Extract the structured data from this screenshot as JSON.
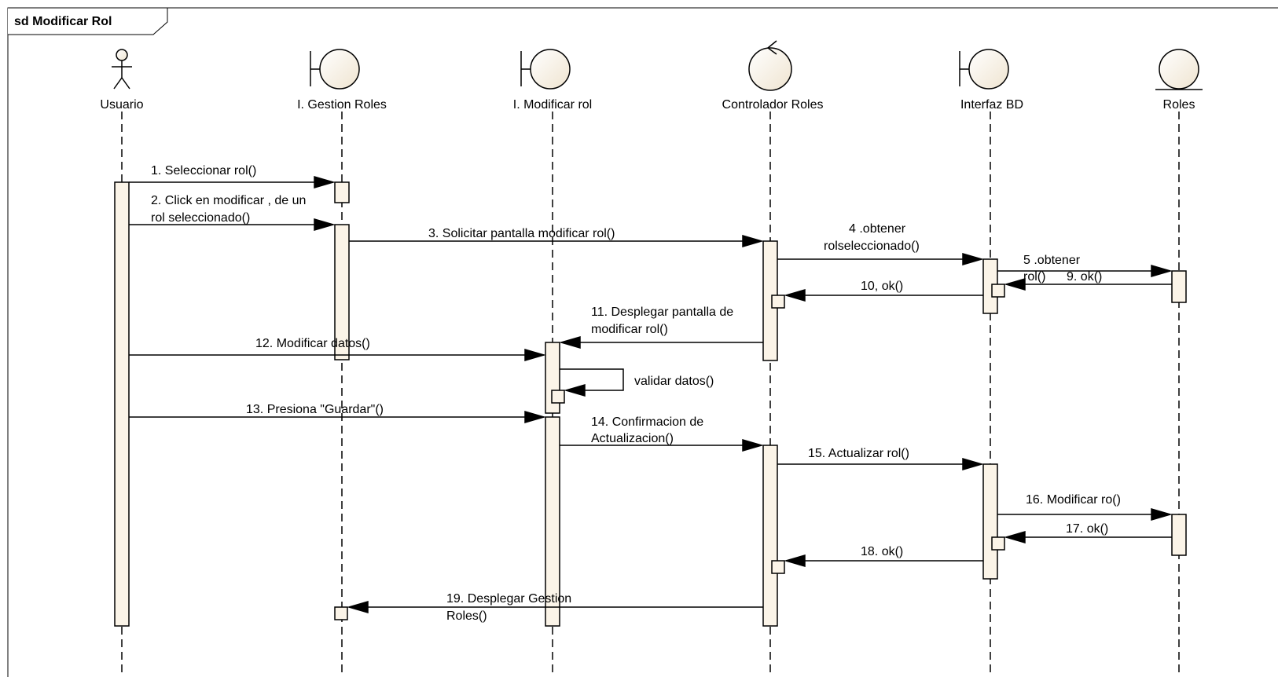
{
  "frame": {
    "title": "sd Modificar Rol"
  },
  "participants": [
    {
      "id": "usuario",
      "name": "Usuario",
      "kind": "actor"
    },
    {
      "id": "gestion",
      "name": "I. Gestion Roles",
      "kind": "boundary"
    },
    {
      "id": "modificar",
      "name": "I. Modificar rol",
      "kind": "boundary"
    },
    {
      "id": "controlador",
      "name": "Controlador Roles",
      "kind": "control"
    },
    {
      "id": "interfaz",
      "name": "Interfaz BD",
      "kind": "boundary"
    },
    {
      "id": "roles",
      "name": "Roles",
      "kind": "entity"
    }
  ],
  "messages": [
    {
      "id": "m1",
      "lines": [
        "1. Seleccionar rol()"
      ]
    },
    {
      "id": "m2",
      "lines": [
        "2. Click en modificar , de un",
        "rol seleccionado()"
      ]
    },
    {
      "id": "m3",
      "lines": [
        "3. Solicitar pantalla modificar rol()"
      ]
    },
    {
      "id": "m4",
      "lines": [
        "4 .obtener",
        "rolseleccionado()"
      ]
    },
    {
      "id": "m5",
      "lines": [
        "5 .obtener",
        "rol()"
      ]
    },
    {
      "id": "m9",
      "lines": [
        "9. ok()"
      ]
    },
    {
      "id": "m10",
      "lines": [
        "10, ok()"
      ]
    },
    {
      "id": "m11",
      "lines": [
        "11. Desplegar pantalla de",
        "modificar rol()"
      ]
    },
    {
      "id": "m12",
      "lines": [
        "12. Modificar datos()"
      ]
    },
    {
      "id": "mval",
      "lines": [
        "validar datos()"
      ]
    },
    {
      "id": "m13",
      "lines": [
        "13. Presiona \"Guardar\"()"
      ]
    },
    {
      "id": "m14",
      "lines": [
        "14. Confirmacion de",
        "Actualizacion()"
      ]
    },
    {
      "id": "m15",
      "lines": [
        "15. Actualizar rol()"
      ]
    },
    {
      "id": "m16",
      "lines": [
        "16. Modificar ro()"
      ]
    },
    {
      "id": "m17",
      "lines": [
        "17. ok()"
      ]
    },
    {
      "id": "m18",
      "lines": [
        "18. ok()"
      ]
    },
    {
      "id": "m19",
      "lines": [
        "19. Desplegar Gestion",
        "Roles()"
      ]
    }
  ]
}
